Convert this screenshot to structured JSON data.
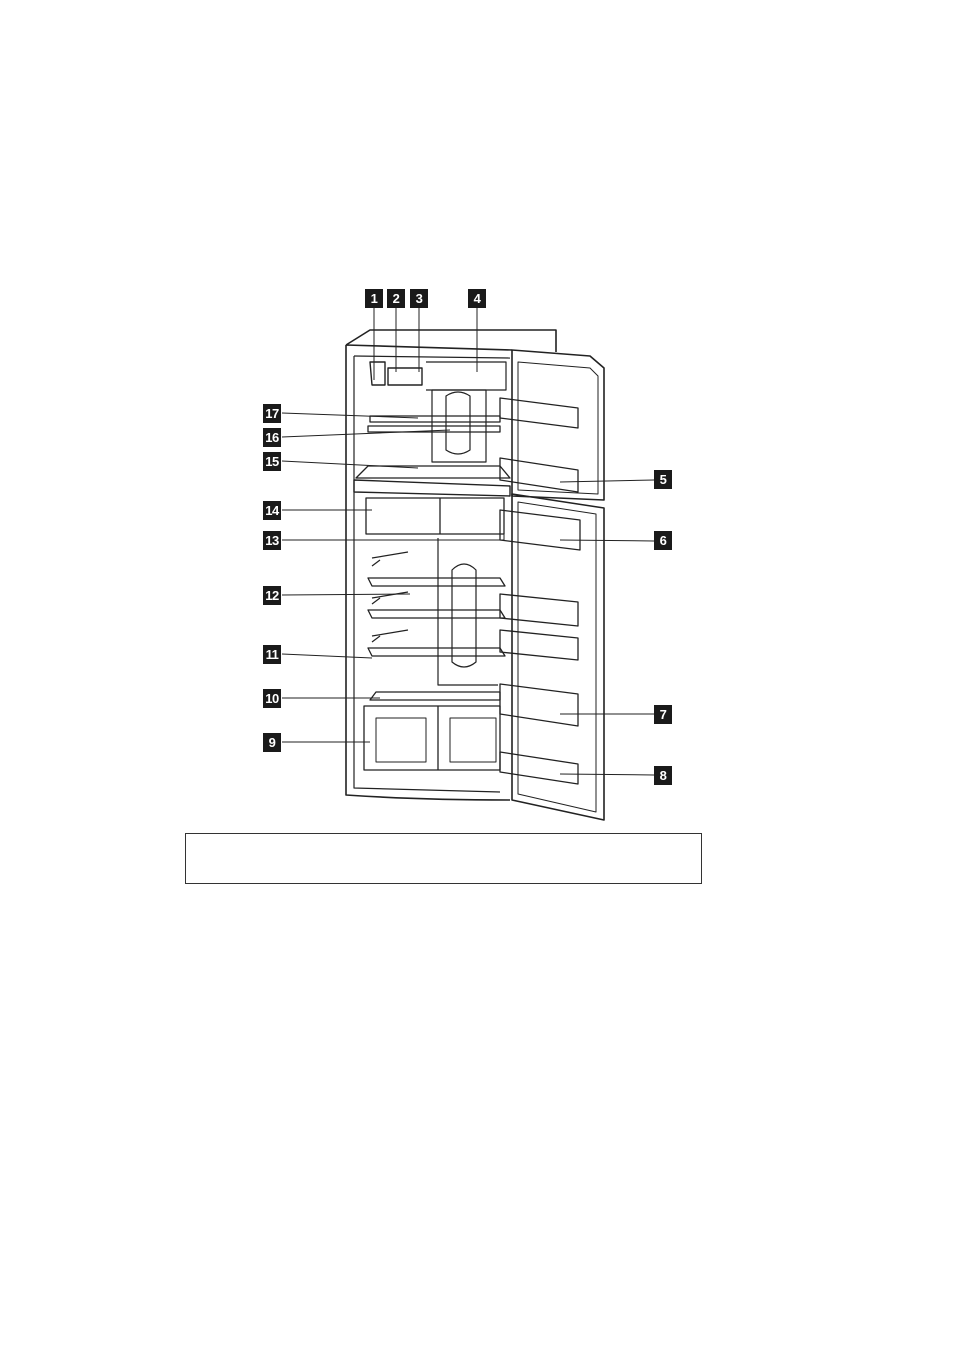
{
  "callouts": [
    "1",
    "2",
    "3",
    "4",
    "5",
    "6",
    "7",
    "8",
    "9",
    "10",
    "11",
    "12",
    "13",
    "14",
    "15",
    "16",
    "17"
  ],
  "caption": {
    "text": ""
  }
}
